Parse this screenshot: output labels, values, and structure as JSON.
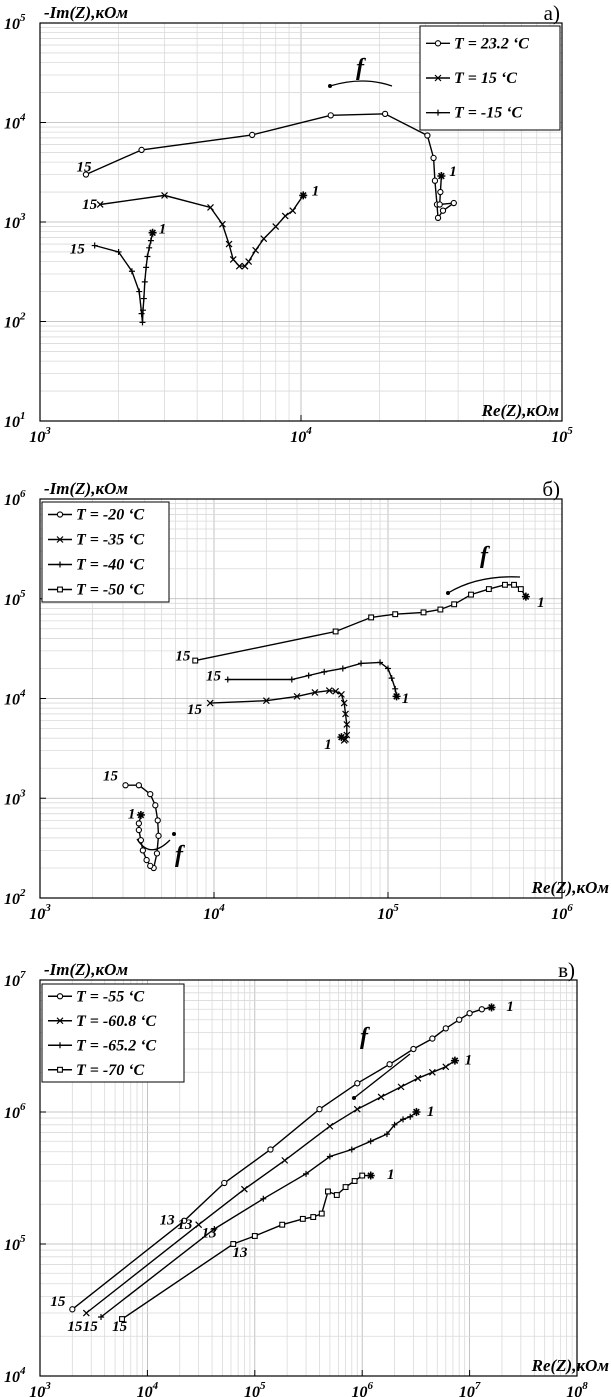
{
  "chart_data": [
    {
      "type": "line",
      "panel_label": "а)",
      "ylabel": "-Im(Z),кОм",
      "xlabel": "Re(Z),кОм",
      "xscale": "log",
      "yscale": "log",
      "xlim": [
        1000,
        100000
      ],
      "ylim": [
        10,
        100000
      ],
      "x_ticks": [
        {
          "value": 1000,
          "base": "10",
          "exp": "3"
        },
        {
          "value": 10000,
          "base": "10",
          "exp": "4"
        },
        {
          "value": 100000,
          "base": "10",
          "exp": "5"
        }
      ],
      "y_ticks": [
        {
          "value": 10,
          "base": "10",
          "exp": "1"
        },
        {
          "value": 100,
          "base": "10",
          "exp": "2"
        },
        {
          "value": 1000,
          "base": "10",
          "exp": "3"
        },
        {
          "value": 10000,
          "base": "10",
          "exp": "4"
        },
        {
          "value": 100000,
          "base": "10",
          "exp": "5"
        }
      ],
      "grid": true,
      "legend_position": "top-right",
      "arrow_label": "f",
      "series": [
        {
          "name": "T = 23.2 ‘C",
          "marker": "circle",
          "points": [
            [
              1500,
              3000
            ],
            [
              2450,
              5300
            ],
            [
              6500,
              7500
            ],
            [
              13000,
              11800
            ],
            [
              21000,
              12200
            ],
            [
              30500,
              7400
            ],
            [
              32200,
              4400
            ],
            [
              32600,
              2600
            ],
            [
              33200,
              1500
            ],
            [
              33500,
              1100
            ],
            [
              35000,
              1300
            ],
            [
              38500,
              1550
            ],
            [
              34000,
              1500
            ],
            [
              34200,
              2000
            ],
            [
              34500,
              2900
            ]
          ]
        },
        {
          "name": "T = 15 ‘C",
          "marker": "x",
          "points": [
            [
              1700,
              1500
            ],
            [
              3000,
              1850
            ],
            [
              4500,
              1400
            ],
            [
              5000,
              950
            ],
            [
              5300,
              600
            ],
            [
              5500,
              420
            ],
            [
              5800,
              360
            ],
            [
              6100,
              360
            ],
            [
              6300,
              400
            ],
            [
              6700,
              520
            ],
            [
              7200,
              680
            ],
            [
              8000,
              900
            ],
            [
              8700,
              1150
            ],
            [
              9300,
              1300
            ],
            [
              10200,
              1850
            ]
          ]
        },
        {
          "name": "T = -15 ‘C",
          "marker": "plus",
          "points": [
            [
              1620,
              580
            ],
            [
              2000,
              500
            ],
            [
              2250,
              320
            ],
            [
              2400,
              200
            ],
            [
              2450,
              120
            ],
            [
              2470,
              98
            ],
            [
              2480,
              130
            ],
            [
              2500,
              170
            ],
            [
              2520,
              250
            ],
            [
              2550,
              350
            ],
            [
              2580,
              450
            ],
            [
              2620,
              550
            ],
            [
              2660,
              650
            ],
            [
              2700,
              780
            ]
          ]
        }
      ],
      "annotations": [
        {
          "text": "15",
          "x": 1380,
          "y": 3200
        },
        {
          "text": "1",
          "x": 37000,
          "y": 2900
        },
        {
          "text": "15",
          "x": 1450,
          "y": 1350
        },
        {
          "text": "1",
          "x": 11000,
          "y": 1850
        },
        {
          "text": "15",
          "x": 1300,
          "y": 480
        },
        {
          "text": "1",
          "x": 2850,
          "y": 770
        }
      ]
    },
    {
      "type": "line",
      "panel_label": "б)",
      "ylabel": "-Im(Z),кОм",
      "xlabel": "Re(Z),кОм",
      "xscale": "log",
      "yscale": "log",
      "xlim": [
        1000,
        1000000
      ],
      "ylim": [
        100,
        1000000
      ],
      "x_ticks": [
        {
          "value": 1000,
          "base": "10",
          "exp": "3"
        },
        {
          "value": 10000,
          "base": "10",
          "exp": "4"
        },
        {
          "value": 100000,
          "base": "10",
          "exp": "5"
        },
        {
          "value": 1000000,
          "base": "10",
          "exp": "6"
        }
      ],
      "y_ticks": [
        {
          "value": 100,
          "base": "10",
          "exp": "2"
        },
        {
          "value": 1000,
          "base": "10",
          "exp": "3"
        },
        {
          "value": 10000,
          "base": "10",
          "exp": "4"
        },
        {
          "value": 100000,
          "base": "10",
          "exp": "5"
        },
        {
          "value": 1000000,
          "base": "10",
          "exp": "6"
        }
      ],
      "grid": true,
      "legend_position": "top-left",
      "arrow_label": "f",
      "series": [
        {
          "name": "T = -20 ‘C",
          "marker": "circle",
          "points": [
            [
              3100,
              1350
            ],
            [
              3700,
              1350
            ],
            [
              4300,
              1100
            ],
            [
              4600,
              850
            ],
            [
              4750,
              600
            ],
            [
              4800,
              420
            ],
            [
              4700,
              280
            ],
            [
              4500,
              200
            ],
            [
              4300,
              210
            ],
            [
              4100,
              240
            ],
            [
              3900,
              300
            ],
            [
              3800,
              380
            ],
            [
              3700,
              480
            ],
            [
              3700,
              560
            ],
            [
              3800,
              680
            ]
          ]
        },
        {
          "name": "T = -35 ‘C",
          "marker": "x",
          "points": [
            [
              9500,
              9000
            ],
            [
              20000,
              9500
            ],
            [
              30000,
              10500
            ],
            [
              38000,
              11500
            ],
            [
              46000,
              12000
            ],
            [
              50000,
              11800
            ],
            [
              54000,
              11000
            ],
            [
              56000,
              9000
            ],
            [
              57000,
              7000
            ],
            [
              58000,
              5500
            ],
            [
              58000,
              4300
            ],
            [
              57000,
              3900
            ],
            [
              56000,
              3800
            ],
            [
              54000,
              4100
            ]
          ]
        },
        {
          "name": "T = -40 ‘C",
          "marker": "plus",
          "points": [
            [
              12000,
              15500
            ],
            [
              28000,
              15500
            ],
            [
              35000,
              17000
            ],
            [
              43000,
              18500
            ],
            [
              55000,
              20000
            ],
            [
              70000,
              22500
            ],
            [
              90000,
              23000
            ],
            [
              100000,
              20000
            ],
            [
              105000,
              16000
            ],
            [
              110000,
              12500
            ],
            [
              112000,
              10500
            ]
          ]
        },
        {
          "name": "T = -50 ‘C",
          "marker": "square",
          "points": [
            [
              7800,
              24000
            ],
            [
              50000,
              47000
            ],
            [
              80000,
              65000
            ],
            [
              110000,
              70000
            ],
            [
              160000,
              73000
            ],
            [
              200000,
              78000
            ],
            [
              240000,
              88000
            ],
            [
              300000,
              110000
            ],
            [
              380000,
              125000
            ],
            [
              470000,
              138000
            ],
            [
              530000,
              138000
            ],
            [
              580000,
              125000
            ],
            [
              620000,
              105000
            ]
          ]
        }
      ],
      "annotations": [
        {
          "text": "15",
          "x": 6000,
          "y": 24000
        },
        {
          "text": "15",
          "x": 9000,
          "y": 15200
        },
        {
          "text": "15",
          "x": 7000,
          "y": 7000
        },
        {
          "text": "1",
          "x": 120000,
          "y": 9000
        },
        {
          "text": "1",
          "x": 43000,
          "y": 3100
        },
        {
          "text": "1",
          "x": 720000,
          "y": 83000
        },
        {
          "text": "15",
          "x": 2300,
          "y": 1500
        },
        {
          "text": "1",
          "x": 3200,
          "y": 630
        }
      ]
    },
    {
      "type": "line",
      "panel_label": "в)",
      "ylabel": "-Im(Z),кОм",
      "xlabel": "Re(Z),кОм",
      "xscale": "log",
      "yscale": "log",
      "xlim": [
        1000,
        100000000
      ],
      "ylim": [
        10000,
        10000000
      ],
      "x_ticks": [
        {
          "value": 1000,
          "base": "10",
          "exp": "3"
        },
        {
          "value": 10000,
          "base": "10",
          "exp": "4"
        },
        {
          "value": 100000,
          "base": "10",
          "exp": "5"
        },
        {
          "value": 1000000,
          "base": "10",
          "exp": "6"
        },
        {
          "value": 10000000,
          "base": "10",
          "exp": "7"
        },
        {
          "value": 100000000,
          "base": "10",
          "exp": "8"
        }
      ],
      "y_ticks": [
        {
          "value": 10000,
          "base": "10",
          "exp": "4"
        },
        {
          "value": 100000,
          "base": "10",
          "exp": "5"
        },
        {
          "value": 1000000,
          "base": "10",
          "exp": "6"
        },
        {
          "value": 10000000,
          "base": "10",
          "exp": "7"
        }
      ],
      "grid": true,
      "legend_position": "top-left",
      "arrow_label": "f",
      "series": [
        {
          "name": "T = -55 ‘C",
          "marker": "circle",
          "points": [
            [
              2000,
              32000
            ],
            [
              22000,
              150000
            ],
            [
              52000,
              290000
            ],
            [
              140000,
              520000
            ],
            [
              400000,
              1050000
            ],
            [
              900000,
              1650000
            ],
            [
              1800000,
              2300000
            ],
            [
              3000000,
              3000000
            ],
            [
              4500000,
              3600000
            ],
            [
              6000000,
              4300000
            ],
            [
              8000000,
              5000000
            ],
            [
              10000000,
              5600000
            ],
            [
              13000000,
              6000000
            ],
            [
              16000000,
              6200000
            ]
          ]
        },
        {
          "name": "T = -60.8 ‘C",
          "marker": "x",
          "points": [
            [
              2700,
              30000
            ],
            [
              30000,
              140000
            ],
            [
              80000,
              260000
            ],
            [
              190000,
              430000
            ],
            [
              500000,
              780000
            ],
            [
              900000,
              1050000
            ],
            [
              1500000,
              1300000
            ],
            [
              2300000,
              1550000
            ],
            [
              3300000,
              1800000
            ],
            [
              4500000,
              2000000
            ],
            [
              6000000,
              2200000
            ],
            [
              7300000,
              2450000
            ]
          ]
        },
        {
          "name": "T = -65.2 ‘C",
          "marker": "plus",
          "points": [
            [
              3700,
              28000
            ],
            [
              42000,
              130000
            ],
            [
              120000,
              220000
            ],
            [
              300000,
              340000
            ],
            [
              500000,
              460000
            ],
            [
              800000,
              520000
            ],
            [
              1200000,
              600000
            ],
            [
              1700000,
              680000
            ],
            [
              2000000,
              800000
            ],
            [
              2400000,
              880000
            ],
            [
              2800000,
              920000
            ],
            [
              3200000,
              1000000
            ]
          ]
        },
        {
          "name": "T = -70 ‘C",
          "marker": "square",
          "points": [
            [
              5800,
              27000
            ],
            [
              63000,
              100000
            ],
            [
              100000,
              115000
            ],
            [
              180000,
              140000
            ],
            [
              280000,
              155000
            ],
            [
              350000,
              160000
            ],
            [
              420000,
              170000
            ],
            [
              480000,
              250000
            ],
            [
              580000,
              235000
            ],
            [
              700000,
              270000
            ],
            [
              850000,
              300000
            ],
            [
              1000000,
              330000
            ],
            [
              1200000,
              330000
            ]
          ]
        }
      ],
      "annotations": [
        {
          "text": "15",
          "x": 1250,
          "y": 34000
        },
        {
          "text": "15",
          "x": 1800,
          "y": 22000
        },
        {
          "text": "15",
          "x": 2500,
          "y": 22000
        },
        {
          "text": "15",
          "x": 4700,
          "y": 22000
        },
        {
          "text": "13",
          "x": 13000,
          "y": 140000
        },
        {
          "text": "13",
          "x": 19000,
          "y": 130000
        },
        {
          "text": "13",
          "x": 32000,
          "y": 112000
        },
        {
          "text": "13",
          "x": 62000,
          "y": 80000
        },
        {
          "text": "1",
          "x": 22000000,
          "y": 5800000
        },
        {
          "text": "1",
          "x": 9000000,
          "y": 2300000
        },
        {
          "text": "1",
          "x": 4000000,
          "y": 930000
        },
        {
          "text": "1",
          "x": 1700000,
          "y": 310000
        }
      ]
    }
  ]
}
